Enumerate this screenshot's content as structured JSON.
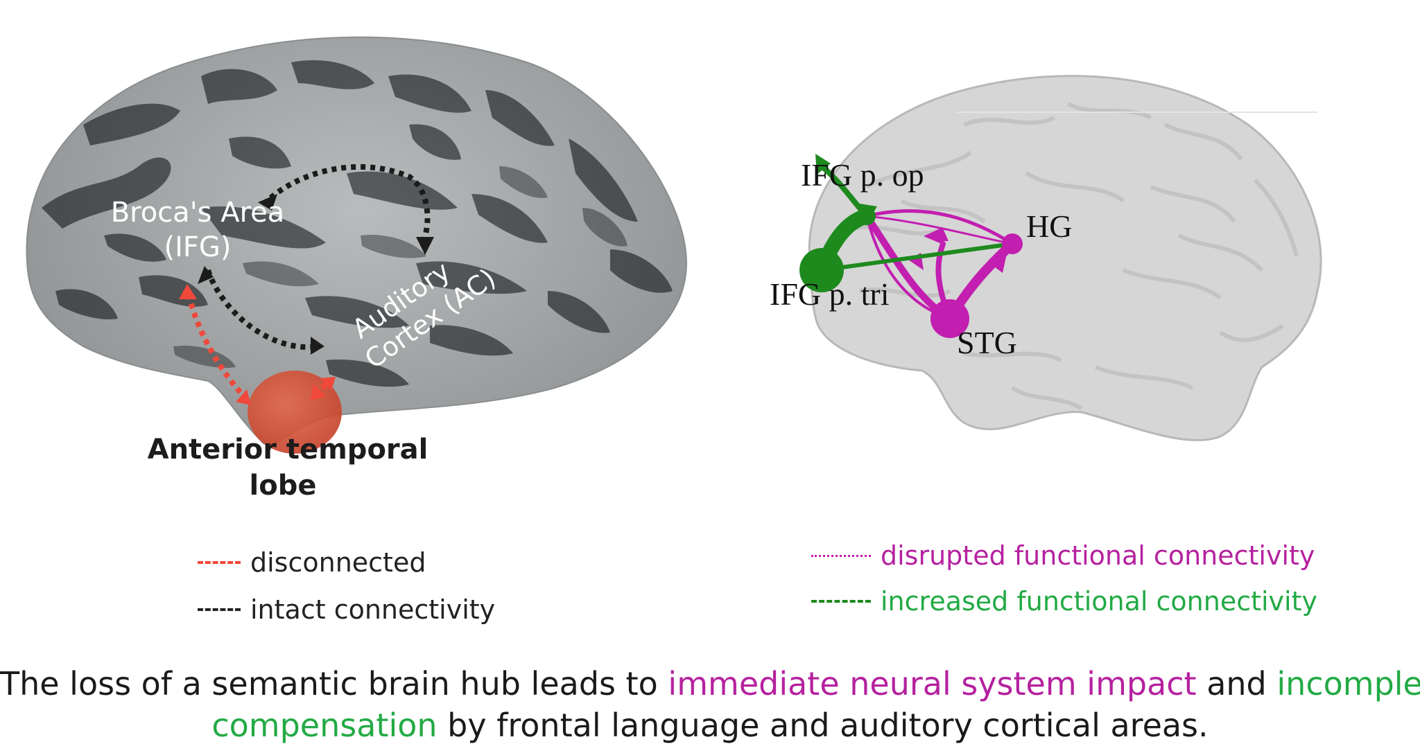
{
  "left_figure": {
    "label_broca": "Broca's Area",
    "label_broca_sub": "(IFG)",
    "label_auditory": "Auditory",
    "label_auditory_sub": "Cortex (AC)",
    "label_atl": "Anterior temporal",
    "label_atl_sub": "lobe"
  },
  "right_figure": {
    "node_ifg_op": "IFG p. op",
    "node_ifg_tri": "IFG p. tri",
    "node_hg": "HG",
    "node_stg": "STG"
  },
  "legend_left": {
    "disconnected": "disconnected",
    "intact": "intact connectivity"
  },
  "legend_right": {
    "disrupted": "disrupted functional connectivity",
    "increased": "increased functional connectivity"
  },
  "caption": {
    "part1": "The loss of a semantic brain hub leads to ",
    "part2": "immediate neural system impact",
    "part3": " and ",
    "part4": "incomplete",
    "part5": "compensation",
    "part6": " by frontal language and auditory cortical areas."
  },
  "colors": {
    "disconnected": "#f0483a",
    "intact": "#222222",
    "disrupted": "#c21eb0",
    "increased": "#1e8a1e"
  }
}
